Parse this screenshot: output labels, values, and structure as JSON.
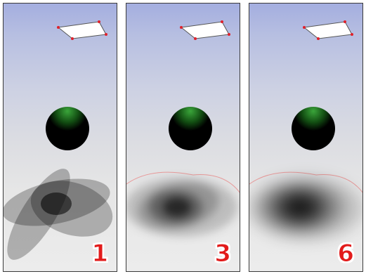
{
  "panels": [
    {
      "label": "1",
      "shadow_blur": 0
    },
    {
      "label": "3",
      "shadow_blur": 3
    },
    {
      "label": "6",
      "shadow_blur": 6
    }
  ],
  "colors": {
    "sky_top": "#a4aee0",
    "floor": "#ececec",
    "sphere_dark": "#000000",
    "sphere_highlight": "#3aa53a",
    "light_vertex": "#e0202a",
    "horizon_line": "#e89a9a",
    "label": "#e21b1b"
  }
}
